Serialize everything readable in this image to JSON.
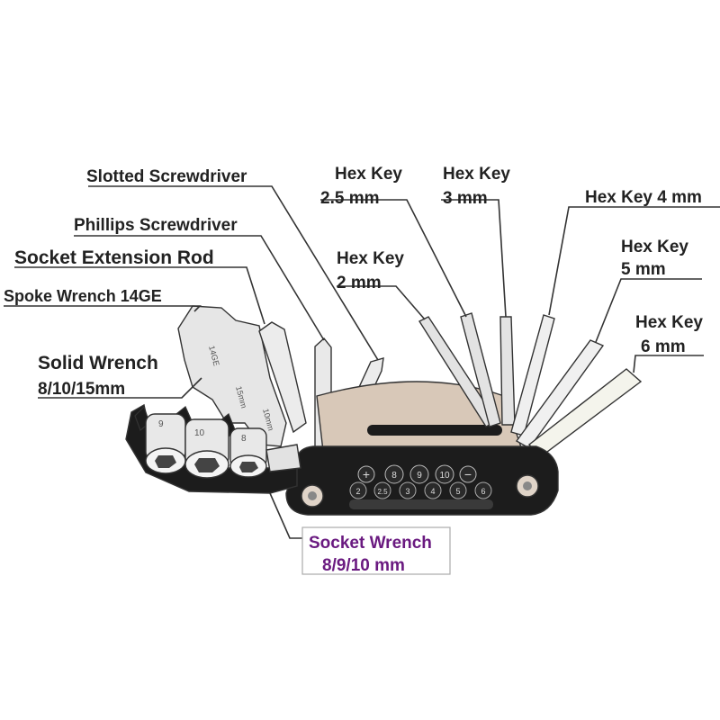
{
  "colors": {
    "label": "#222222",
    "accent_label": "#6a1a80",
    "body": "#1c1c1c",
    "metal": "#e6e6e6",
    "plate": "#d8c8b8",
    "accent_box_border": "#aaaaaa"
  },
  "labels": {
    "slotted": "Slotted Screwdriver",
    "phillips": "Phillips Screwdriver",
    "extension": "Socket Extension Rod",
    "spoke": "Spoke Wrench 14GE",
    "solid_l1": "Solid Wrench",
    "solid_l2": "8/10/15mm",
    "hex25_l1": "Hex Key",
    "hex25_l2": "2.5 mm",
    "hex3_l1": "Hex Key",
    "hex3_l2": "3 mm",
    "hex4": "Hex Key 4 mm",
    "hex2_l1": "Hex Key",
    "hex2_l2": "2 mm",
    "hex5_l1": "Hex Key",
    "hex5_l2": "5 mm",
    "hex6_l1": "Hex Key",
    "hex6_l2": "6 mm",
    "socket_l1": "Socket Wrench",
    "socket_l2": "8/9/10 mm"
  },
  "tool_markings": {
    "socket_9": "9",
    "socket_10": "10",
    "socket_8": "8",
    "body_top": [
      "+",
      "8",
      "9",
      "10",
      "−"
    ],
    "body_bottom": [
      "2",
      "2.5",
      "3",
      "4",
      "5",
      "6"
    ]
  }
}
